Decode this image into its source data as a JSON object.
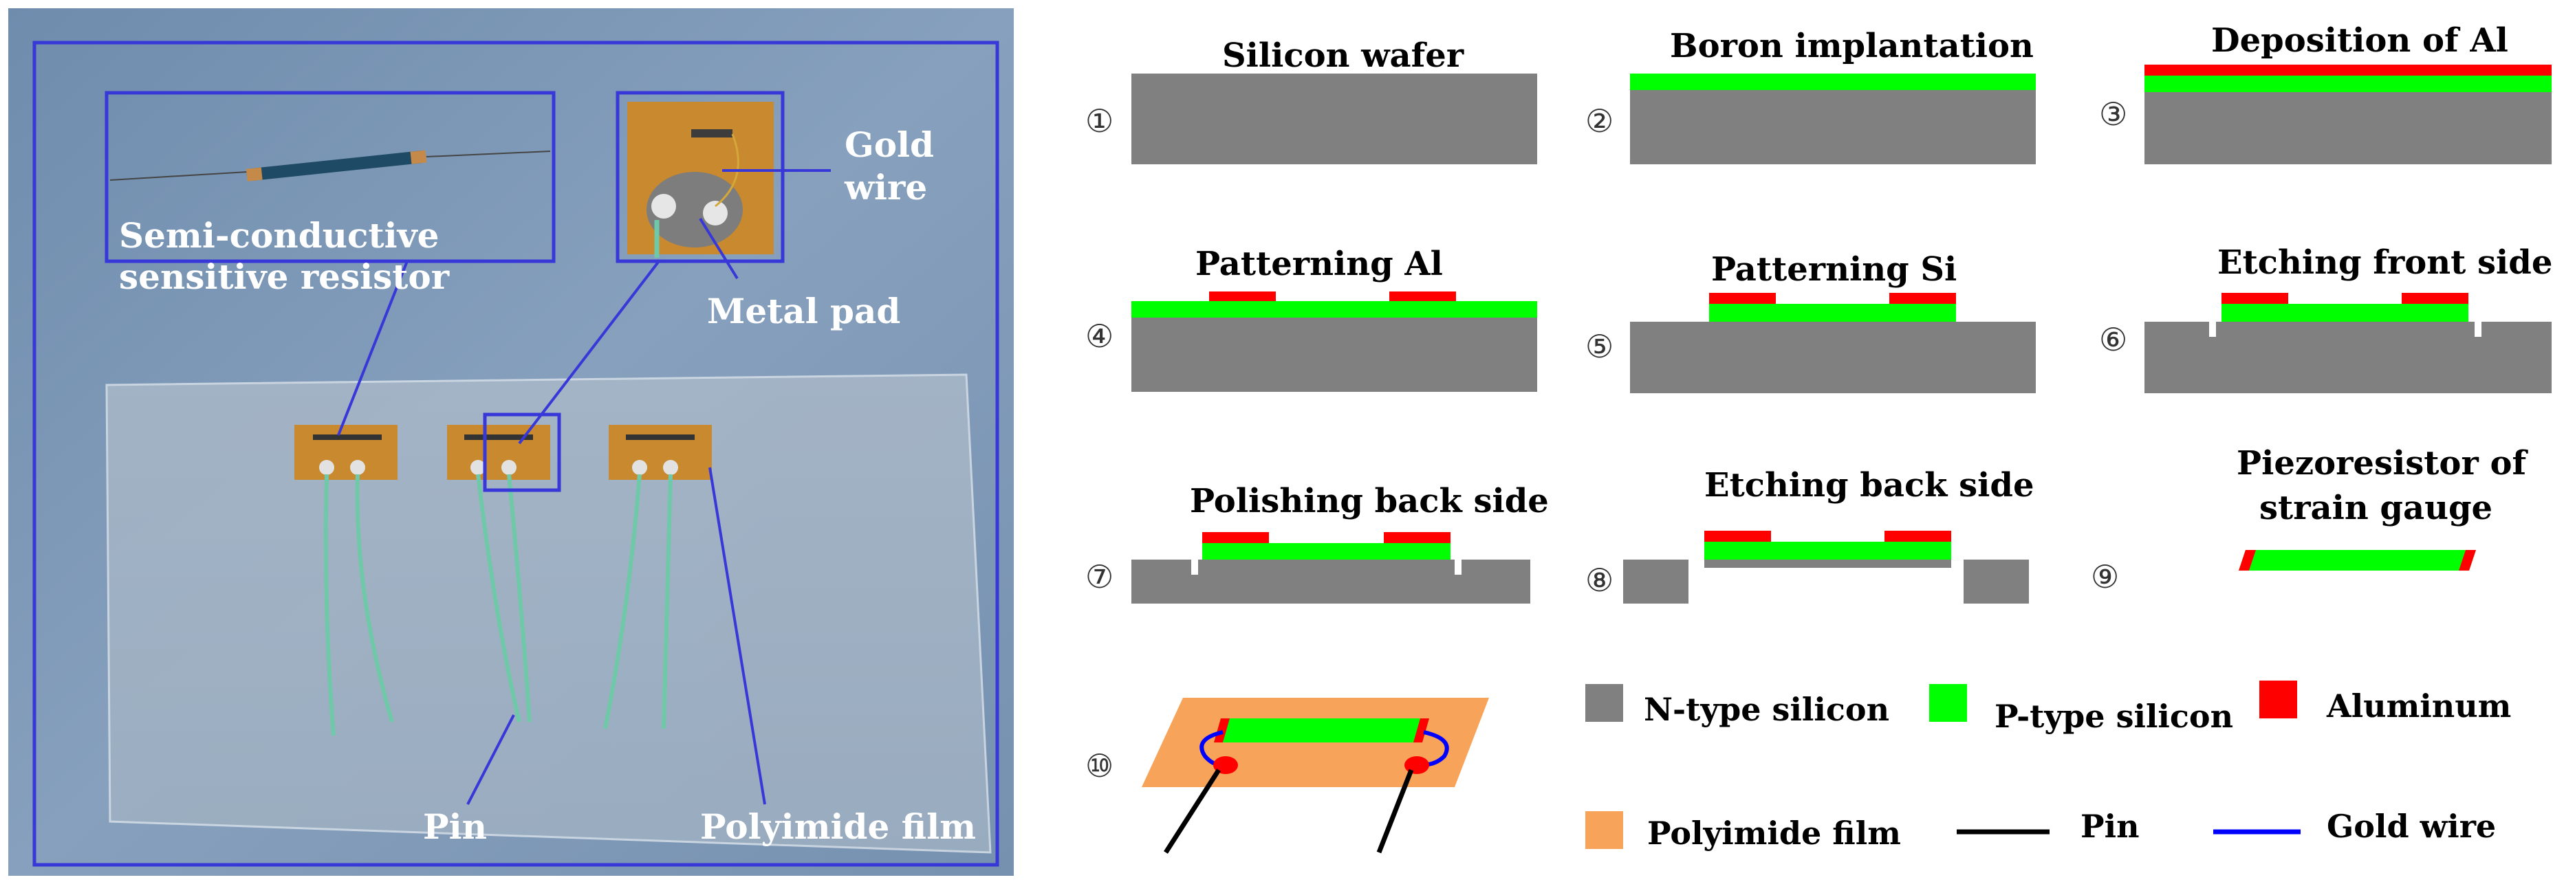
{
  "photo": {
    "labels": {
      "resistor_line1": "Semi-conductive",
      "resistor_line2": "sensitive resistor",
      "gold_line1": "Gold",
      "gold_line2": "wire",
      "metal_pad": "Metal pad",
      "pin": "Pin",
      "polyimide": "Polyimide film"
    }
  },
  "steps": [
    {
      "num": "①",
      "title": "Silicon wafer"
    },
    {
      "num": "②",
      "title": "Boron implantation"
    },
    {
      "num": "③",
      "title": "Deposition of Al"
    },
    {
      "num": "④",
      "title": "Patterning Al"
    },
    {
      "num": "⑤",
      "title": "Patterning Si"
    },
    {
      "num": "⑥",
      "title": "Etching front side"
    },
    {
      "num": "⑦",
      "title": "Polishing back side"
    },
    {
      "num": "⑧",
      "title": "Etching back side"
    },
    {
      "num": "⑨",
      "title_line1": "Piezoresistor of",
      "title_line2": "strain gauge"
    },
    {
      "num": "⑩"
    }
  ],
  "legend": {
    "n_type": "N-type silicon",
    "p_type": "P-type silicon",
    "aluminum": "Aluminum",
    "polyimide": "Polyimide film",
    "pin": "Pin",
    "gold_wire": "Gold wire"
  },
  "colors": {
    "n_type": "#808080",
    "p_type": "#00ff00",
    "aluminum": "#ff0000",
    "polyimide": "#f8a35a",
    "pin": "#000000",
    "gold_wire": "#0000ff",
    "photo_bg": "#7d97b5",
    "frame": "#3838d8"
  }
}
